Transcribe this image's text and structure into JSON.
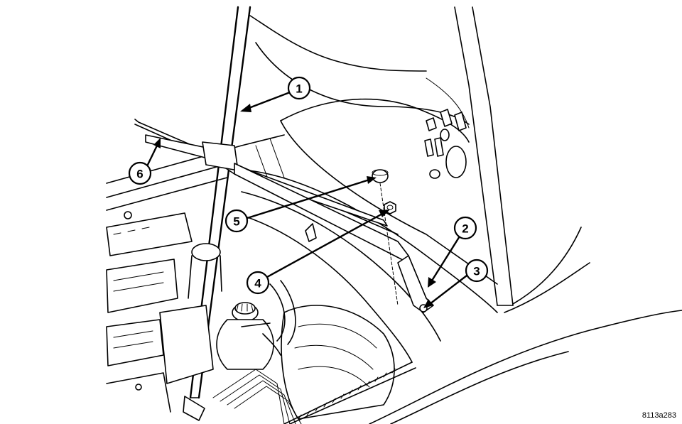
{
  "callouts": [
    {
      "id": "1",
      "label": "1"
    },
    {
      "id": "2",
      "label": "2"
    },
    {
      "id": "3",
      "label": "3"
    },
    {
      "id": "4",
      "label": "4"
    },
    {
      "id": "5",
      "label": "5"
    },
    {
      "id": "6",
      "label": "6"
    }
  ],
  "figure_id": "8113a283"
}
